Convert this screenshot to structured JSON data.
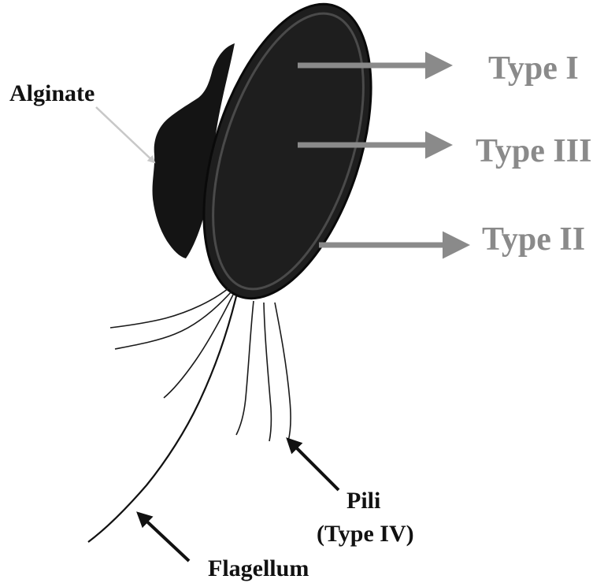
{
  "labels": {
    "alginate": "Alginate",
    "type_1": "Type I",
    "type_3": "Type III",
    "type_2": "Type II",
    "pili_line1": "Pili",
    "pili_line2": "(Type IV)",
    "flagellum": "Flagellum"
  },
  "colors": {
    "cell": "#1e1e1e",
    "membrane": "#3a3a3a",
    "grey_arrow": "#8a8a8a",
    "grey_text": "#8a8a8a",
    "dark_text": "#111111",
    "light_pointer": "#c8c8c8"
  }
}
